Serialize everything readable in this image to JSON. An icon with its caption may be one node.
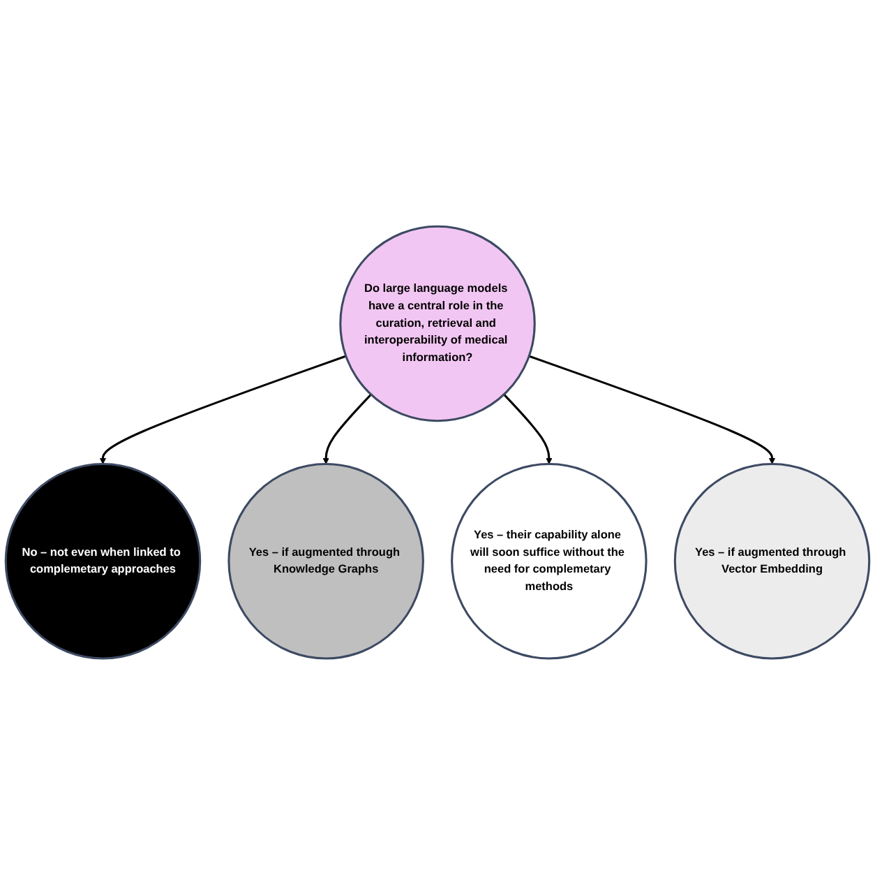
{
  "diagram": {
    "nodes": [
      {
        "text": [
          "No – not even when linked to complemetary approaches"
        ]
      },
      {
        "text": [
          "Yes – if augmented through Knowledge Graphs"
        ]
      },
      {
        "text": [
          "Do large language models have a central role in the curation, retrieval and interoperability of medical information?"
        ]
      },
      {
        "text": [
          "Yes – their capability alone will soon suffice without the need for complemetary methods"
        ]
      },
      {
        "text": [
          "Yes – if augmented through Vector Embedding"
        ]
      }
    ],
    "edges": [
      {
        "from": 2,
        "to": 0,
        "arrow": "to"
      },
      {
        "from": 2,
        "to": 1,
        "arrow": "to"
      },
      {
        "from": 2,
        "to": 3,
        "arrow": "to"
      },
      {
        "from": 2,
        "to": 4,
        "arrow": "to"
      }
    ]
  }
}
